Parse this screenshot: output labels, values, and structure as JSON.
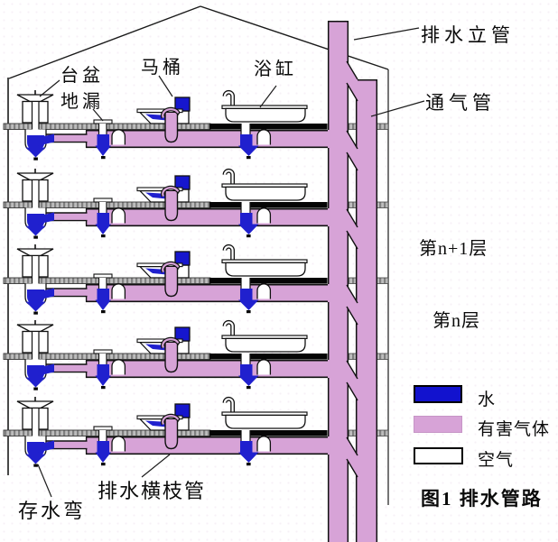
{
  "figure": {
    "caption": "图1  排水管路",
    "labels": {
      "washbasin": "台盆",
      "floor_drain": "地漏",
      "toilet": "马桶",
      "bathtub": "浴缸",
      "drain_riser": "排水立管",
      "vent_pipe": "通气管",
      "floor_n_plus_1": "第n+1层",
      "floor_n": "第n层",
      "water_trap": "存水弯",
      "branch_pipe": "排水横枝管"
    },
    "legend": [
      {
        "name": "water",
        "label": "水",
        "color": "#1212CE"
      },
      {
        "name": "harmful-gas",
        "label": "有害气体",
        "color": "#D7A3D7"
      },
      {
        "name": "air",
        "label": "空气",
        "color": "#FFFFFF"
      }
    ],
    "colors": {
      "water_blue": "#2020CE",
      "harmful_gas_pink": "#D7A3D7",
      "slab_gray": "#BDBDBD",
      "slab_black": "#050505"
    }
  }
}
